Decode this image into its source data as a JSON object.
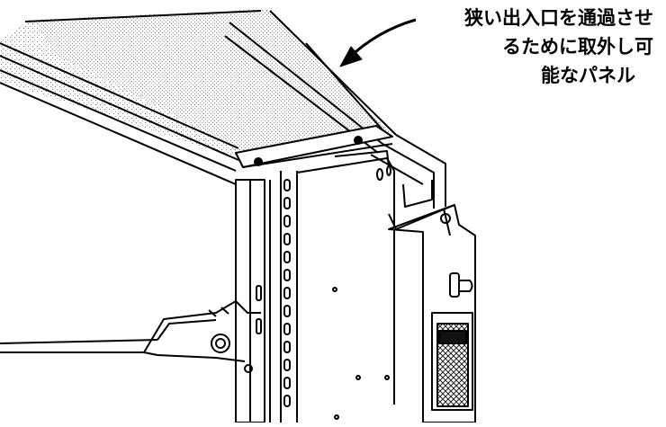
{
  "callout": {
    "lines": [
      "狭い出入口を通過させ",
      "るために取外し可",
      "能なパネル"
    ]
  }
}
